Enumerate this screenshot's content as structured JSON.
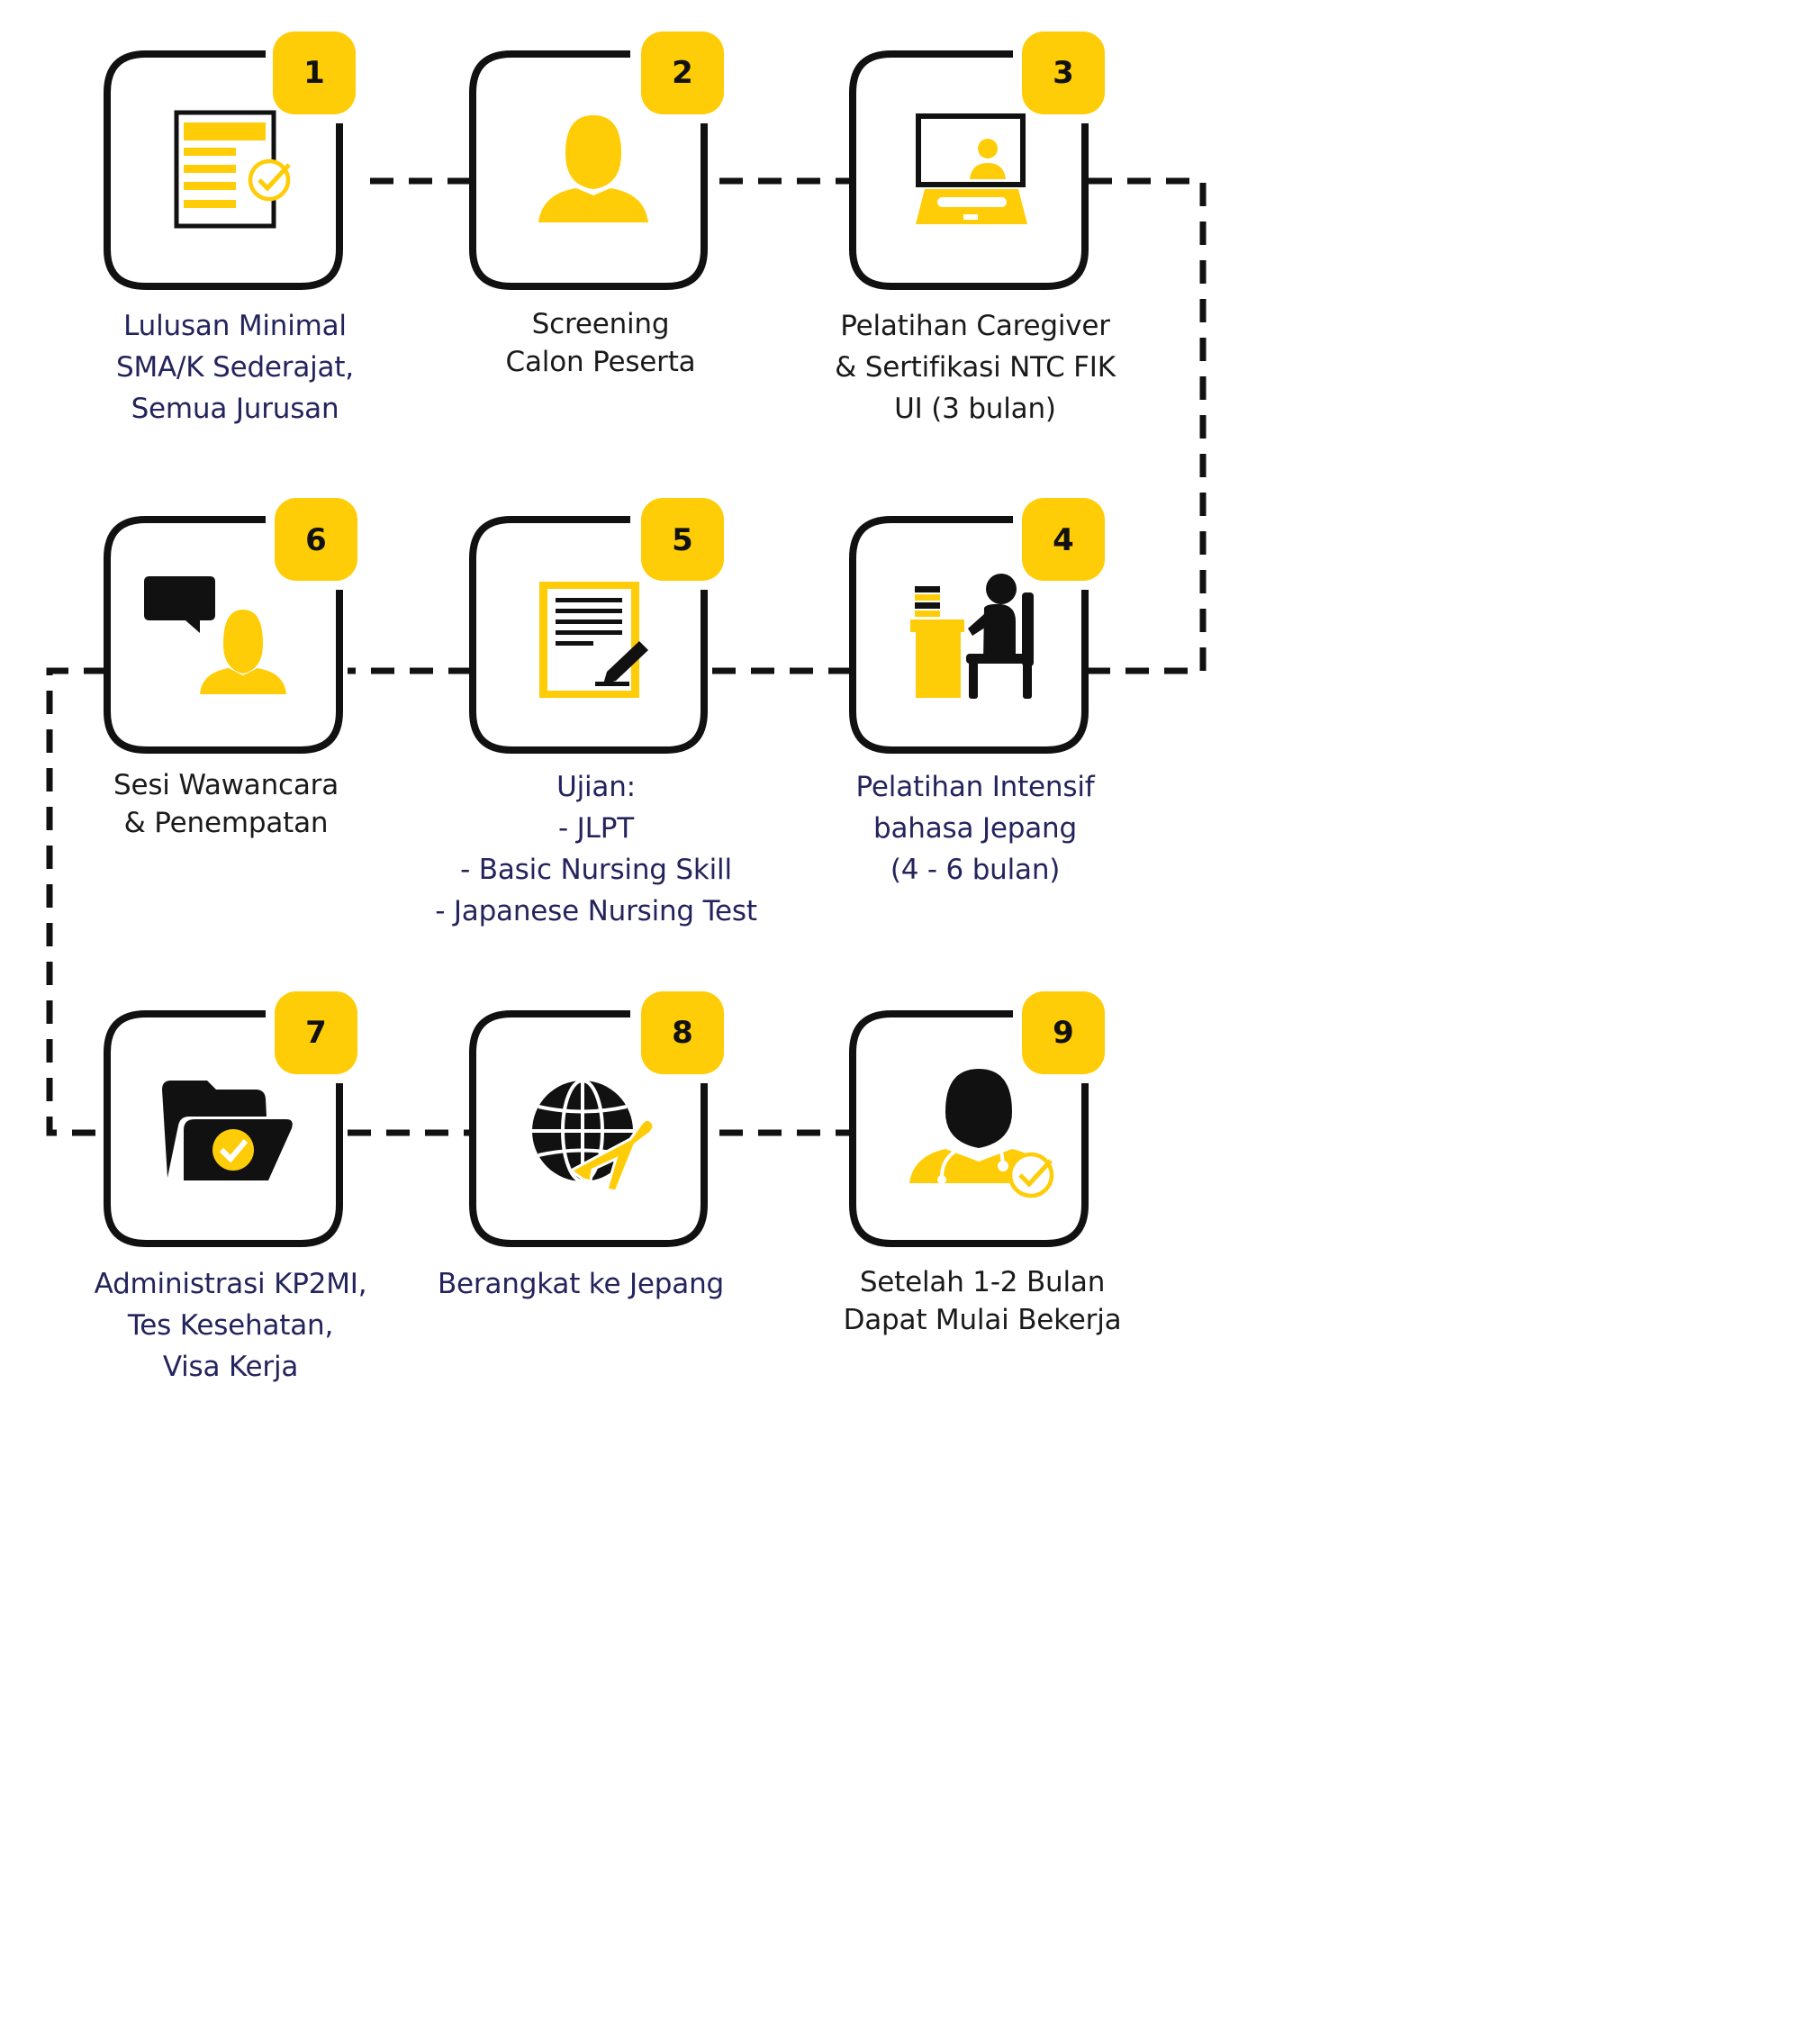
{
  "colors": {
    "accent": "#fecd07",
    "ink": "#111111",
    "navy": "#24245c",
    "dark": "#1a1a1a"
  },
  "steps": [
    {
      "number": "1",
      "icon": "checklist-document-icon",
      "lines": [
        "Lulusan Minimal",
        "SMA/K Sederajat,",
        "Semua Jurusan"
      ]
    },
    {
      "number": "2",
      "icon": "person-icon",
      "lines": [
        "Screening",
        "Calon Peserta"
      ]
    },
    {
      "number": "3",
      "icon": "laptop-video-call-icon",
      "lines": [
        "Pelatihan Caregiver",
        "& Sertifikasi NTC FIK",
        "UI (3 bulan)"
      ]
    },
    {
      "number": "4",
      "icon": "student-at-desk-icon",
      "lines": [
        "Pelatihan Intensif",
        "bahasa Jepang",
        "(4 - 6 bulan)"
      ]
    },
    {
      "number": "5",
      "icon": "exam-paper-pen-icon",
      "lines": [
        "Ujian:",
        "- JLPT",
        "- Basic Nursing Skill",
        "- Japanese Nursing Test"
      ]
    },
    {
      "number": "6",
      "icon": "interview-chat-icon",
      "lines": [
        "Sesi Wawancara",
        "& Penempatan"
      ]
    },
    {
      "number": "7",
      "icon": "folder-check-icon",
      "lines": [
        "Administrasi KP2MI,",
        "Tes Kesehatan,",
        "Visa Kerja"
      ]
    },
    {
      "number": "8",
      "icon": "globe-airplane-icon",
      "lines": [
        "Berangkat ke Jepang"
      ]
    },
    {
      "number": "9",
      "icon": "nurse-stethoscope-check-icon",
      "lines": [
        "Setelah 1-2 Bulan",
        "Dapat Mulai Bekerja"
      ]
    }
  ]
}
